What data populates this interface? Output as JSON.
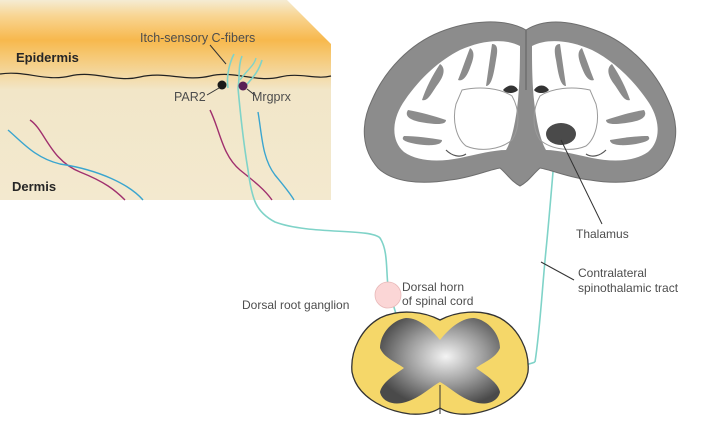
{
  "labels": {
    "epidermis": "Epidermis",
    "dermis": "Dermis",
    "itch_fibers": "Itch-sensory C-fibers",
    "par2": "PAR2",
    "mrgprx": "Mrgprx",
    "thalamus": "Thalamus",
    "tract_line1": "Contralateral",
    "tract_line2": "spinothalamic tract",
    "horn_line1": "Dorsal horn",
    "horn_line2": "of spinal cord",
    "drg": "Dorsal root ganglion"
  },
  "colors": {
    "nerve": "#7fd3c8",
    "nerve_blue": "#3aa5cf",
    "nerve_purple": "#a0306e",
    "skin_top": "#f7b64a",
    "skin_bottom": "#f2e7cb",
    "brain_gray": "#8a8a8a",
    "cord_yellow": "#f5d769",
    "thalamus": "#4a4a4a"
  }
}
